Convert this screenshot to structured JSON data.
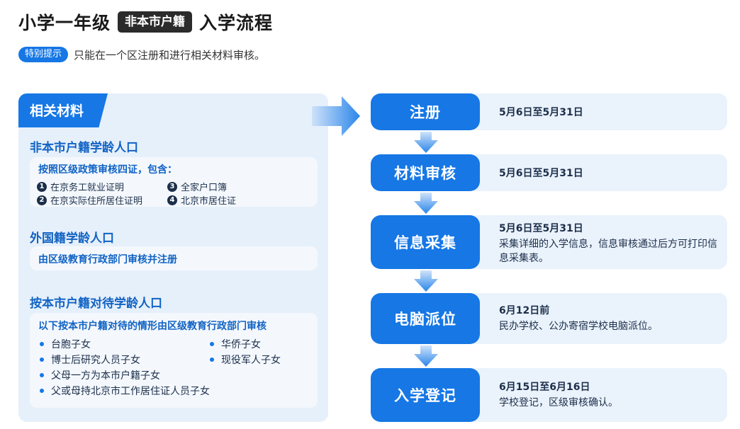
{
  "header": {
    "title_a": "小学一年级",
    "tag": "非本市户籍",
    "title_b": "入学流程"
  },
  "notice": {
    "badge": "特别提示",
    "text": "只能在一个区注册和进行相关材料审核。"
  },
  "materials": {
    "tab": "相关材料",
    "non_local": {
      "title": "非本市户籍学龄人口",
      "card_head": "按照区级政策审核四证，包含：",
      "items": [
        {
          "num": "1",
          "label": "在京务工就业证明"
        },
        {
          "num": "2",
          "label": "在京实际住所居住证明"
        },
        {
          "num": "3",
          "label": "全家户口簿"
        },
        {
          "num": "4",
          "label": "北京市居住证"
        }
      ]
    },
    "foreign": {
      "title": "外国籍学龄人口",
      "card_head": "由区级教育行政部门审核并注册"
    },
    "treated_local": {
      "title": "按本市户籍对待学龄人口",
      "card_head": "以下按本市户籍对待的情形由区级教育行政部门审核",
      "items": [
        "台胞子女",
        "华侨子女",
        "博士后研究人员子女",
        "现役军人子女",
        "父母一方为本市户籍子女",
        "父或母持北京市工作居住证人员子女"
      ]
    }
  },
  "steps": [
    {
      "label": "注册",
      "date": "5月6日至5月31日",
      "desc": ""
    },
    {
      "label": "材料审核",
      "date": "5月6日至5月31日",
      "desc": ""
    },
    {
      "label": "信息采集",
      "date": "5月6日至5月31日",
      "desc": "采集详细的入学信息，信息审核通过后方可打印信息采集表。"
    },
    {
      "label": "电脑派位",
      "date": "6月12日前",
      "desc": "民办学校、公办寄宿学校电脑派位。"
    },
    {
      "label": "入学登记",
      "date": "6月15日至6月16日",
      "desc": "学校登记，区级审核确认。"
    }
  ],
  "colors": {
    "accent": "#1677e5",
    "panel_bg": "#e6f0fb",
    "row_bg": "#eaf2fc",
    "text_dark": "#1c2f4a"
  }
}
